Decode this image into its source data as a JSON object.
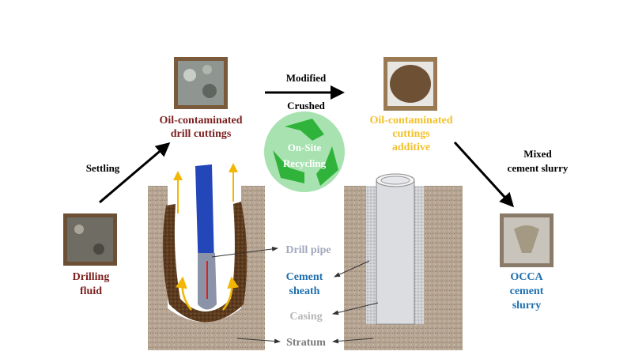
{
  "steps": {
    "modified": "Modified",
    "crushed": "Crushed",
    "settling": "Settling",
    "mixed_line1": "Mixed",
    "mixed_line2": "cement slurry"
  },
  "materials": {
    "drill_cuttings": [
      "Oil-contaminated",
      "drill cuttings"
    ],
    "additive": [
      "Oil-contaminated",
      "cuttings",
      "additive"
    ],
    "drilling_fluid": [
      "Drilling",
      "fluid"
    ],
    "occa": [
      "OCCA",
      "cement",
      "slurry"
    ]
  },
  "recycling": [
    "On-Site",
    "Recycling"
  ],
  "labels": {
    "drill_pipe": "Drill pipe",
    "cement_sheath": [
      "Cement",
      "sheath"
    ],
    "casing": "Casing",
    "stratum": "Stratum"
  },
  "colors": {
    "cuttings_text": "#7b1e1e",
    "additive_text": "#f2c12e",
    "occa_text": "#1f6fae",
    "recycle_green": "#2fb33a"
  }
}
